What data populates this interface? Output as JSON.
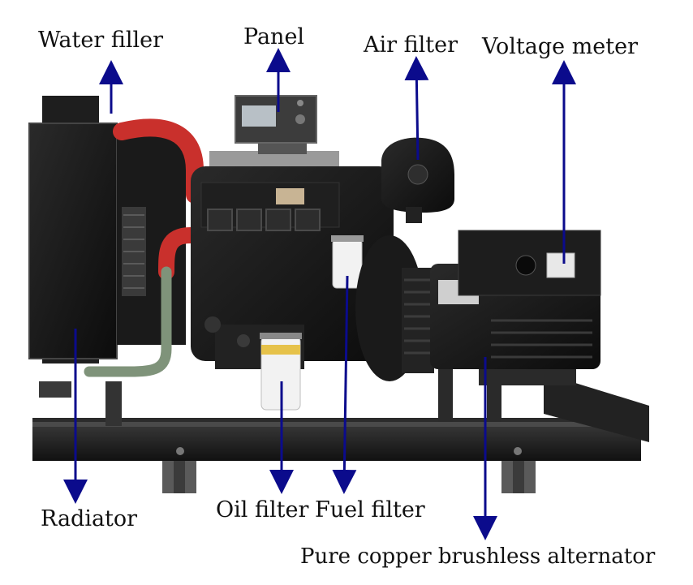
{
  "labels": {
    "water_filler": "Water filler",
    "panel": "Panel",
    "air_filter": "Air filter",
    "voltage_meter": "Voltage meter",
    "radiator": "Radiator",
    "oil_filter": "Oil filter",
    "fuel_filter": "Fuel filter",
    "alternator": "Pure copper brushless alternator"
  },
  "colors": {
    "arrow": "#0b0b8c",
    "frame": "#1c1c1c",
    "engine": "#141414",
    "red_hose": "#c9302c",
    "green_pipe": "#7f937a",
    "filter_white": "#f2f2f2",
    "background": "#ffffff"
  }
}
